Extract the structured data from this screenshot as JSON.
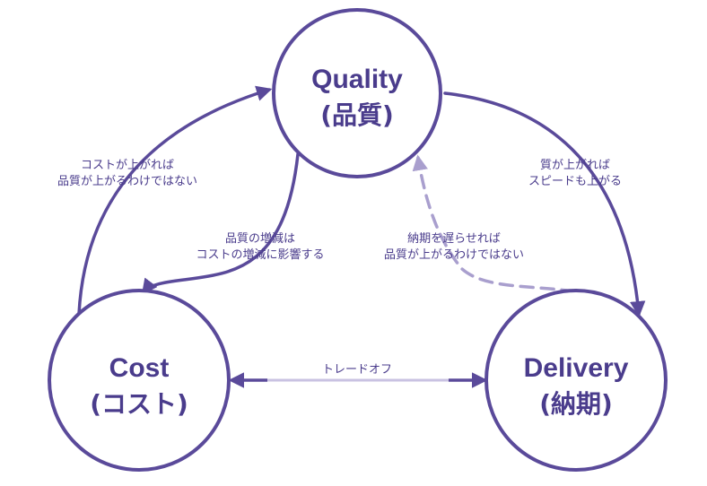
{
  "nodes": {
    "quality": {
      "title": "Quality",
      "subtitle": "(品質)"
    },
    "cost": {
      "title": "Cost",
      "subtitle": "(コスト)"
    },
    "delivery": {
      "title": "Delivery",
      "subtitle": "(納期)"
    }
  },
  "edges": {
    "cost_to_quality": {
      "line1": "コストが上がれば",
      "line2": "品質が上がるわけではない"
    },
    "quality_to_cost": {
      "line1": "品質の増減は",
      "line2": "コストの増減に影響する"
    },
    "quality_to_delivery": {
      "line1": "質が上がれば",
      "line2": "スピードも上がる"
    },
    "delivery_to_quality": {
      "line1": "納期を遅らせれば",
      "line2": "品質が上がるわけではない"
    },
    "tradeoff": {
      "label": "トレードオフ"
    }
  },
  "colors": {
    "primary": "#5a4a9a",
    "text": "#4a3c8c",
    "dashed": "#a99fce",
    "light": "#c9c2e2"
  }
}
